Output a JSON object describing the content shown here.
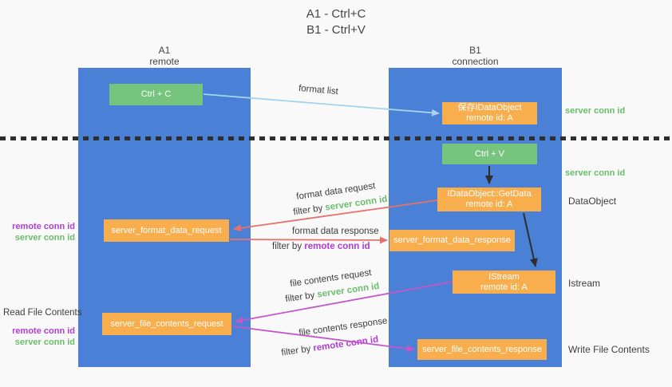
{
  "title": {
    "line1": "A1 - Ctrl+C",
    "line2": "B1 - Ctrl+V"
  },
  "columns": {
    "left": {
      "name": "A1",
      "subtitle": "remote"
    },
    "right": {
      "name": "B1",
      "subtitle": "connection"
    }
  },
  "boxes": {
    "ctrl_c": "Ctrl + C",
    "ctrl_v": "Ctrl + V",
    "save_dataobject_line1": "保存IDataObject",
    "save_dataobject_line2": "remote id: A",
    "getdata_line1": "IDataObject::GetData",
    "getdata_line2": "remote id: A",
    "istream_line1": "IStream",
    "istream_line2": "remote id: A",
    "format_request": "server_format_data_request",
    "format_response": "server_format_data_response",
    "file_request": "server_file_contents_request",
    "file_response": "server_file_contents_response"
  },
  "labels": {
    "format_list": "format list",
    "format_data_request": "format data request",
    "format_data_response": "format data response",
    "file_contents_request": "file contents request",
    "file_contents_response": "file contents response",
    "filter_by": "filter by",
    "server_conn_id": "server conn id",
    "remote_conn_id": "remote conn id",
    "dataobject": "DataObject",
    "istream": "Istream",
    "read_file_contents": "Read File Contents",
    "write_file_contents": "Write File Contents"
  },
  "colors": {
    "canvas-bg": "#f9f9f9",
    "column-blue": "#4a80d6",
    "box-green": "#77c47f",
    "box-orange": "#f8ae4d",
    "box-text": "#ffffff",
    "text-dark": "#3d3d3d",
    "label-green": "#6abd6a",
    "label-purple": "#b13dd4",
    "arrow-blue": "#a8d2f0",
    "arrow-red": "#e8716b",
    "arrow-magenta": "#c257c9",
    "arrow-black": "#2f2f2f",
    "divider": "#2e2e2e"
  }
}
